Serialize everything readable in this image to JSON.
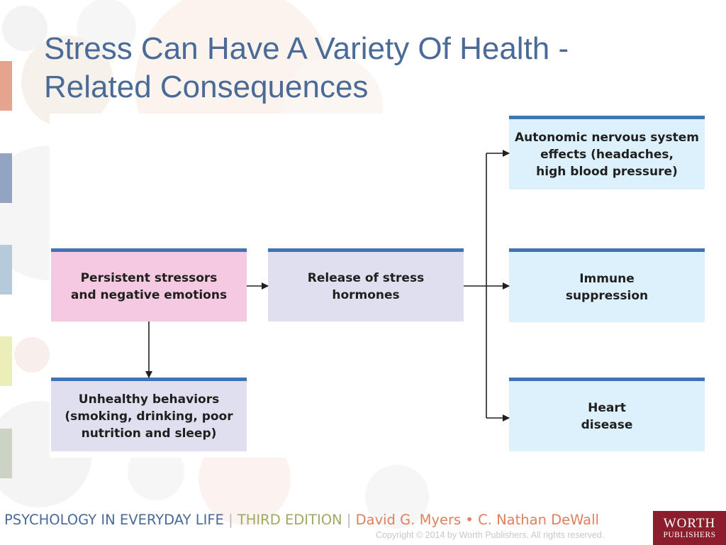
{
  "slide": {
    "title_lines": [
      "Stress Can Have A Variety Of Health -",
      "Related Consequences"
    ]
  },
  "diagram": {
    "nodes": {
      "stressors": {
        "lines": [
          "Persistent stressors",
          "and negative emotions"
        ],
        "color": "#f5c9df"
      },
      "hormones": {
        "lines": [
          "Release of stress",
          "hormones"
        ],
        "color": "#dfdfef"
      },
      "behaviors": {
        "lines": [
          "Unhealthy behaviors",
          "(smoking, drinking, poor",
          "nutrition and sleep)"
        ],
        "color": "#dfdfef"
      },
      "autonomic": {
        "lines": [
          "Autonomic nervous system",
          "effects (headaches,",
          "high blood pressure)"
        ],
        "color": "#dcf1fb"
      },
      "immune": {
        "lines": [
          "Immune",
          "suppression"
        ],
        "color": "#dcf1fb"
      },
      "heart": {
        "lines": [
          "Heart",
          "disease"
        ],
        "color": "#dcf1fb"
      }
    },
    "edges": [
      {
        "from": "stressors",
        "to": "hormones"
      },
      {
        "from": "stressors",
        "to": "behaviors"
      },
      {
        "from": "hormones",
        "to": "autonomic"
      },
      {
        "from": "hormones",
        "to": "immune"
      },
      {
        "from": "hormones",
        "to": "heart"
      }
    ],
    "accent_color": "#3f74b4"
  },
  "footer": {
    "book": "PSYCHOLOGY IN EVERYDAY LIFE",
    "separator": "|",
    "edition": "THIRD EDITION",
    "authors": "David G. Myers • C. Nathan DeWall",
    "copyright": "Copyright © 2014 by Worth Publishers. All rights reserved.",
    "logo_line1": "WORTH",
    "logo_line2": "PUBLISHERS"
  }
}
